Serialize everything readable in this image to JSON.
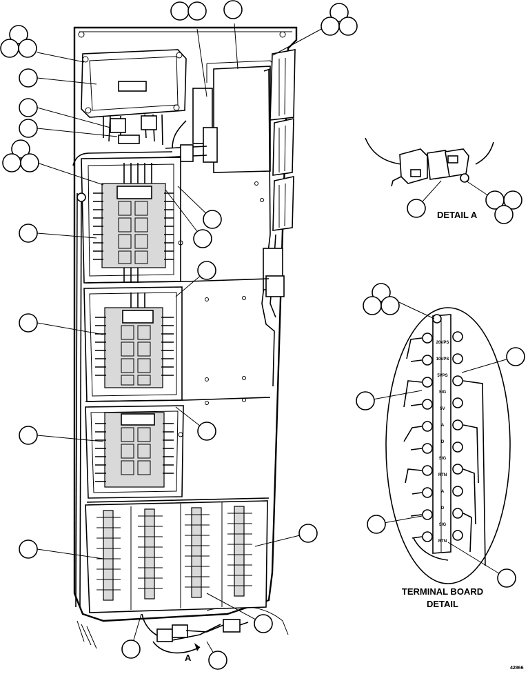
{
  "labels": {
    "detail_a": "DETAIL A",
    "terminal_board_detail_line1": "TERMINAL BOARD",
    "terminal_board_detail_line2": "DETAIL",
    "view_arrow": "A",
    "figure_number": "42866"
  },
  "terminal_board_marks": [
    "20VPS",
    "10VPS",
    "5VPS",
    "SIG",
    "5V",
    "A",
    "D",
    "SIG",
    "RTN",
    "A",
    "D",
    "SIG",
    "RTN"
  ],
  "note": "Callout circles in the original drawing are empty (no index numbers printed)."
}
